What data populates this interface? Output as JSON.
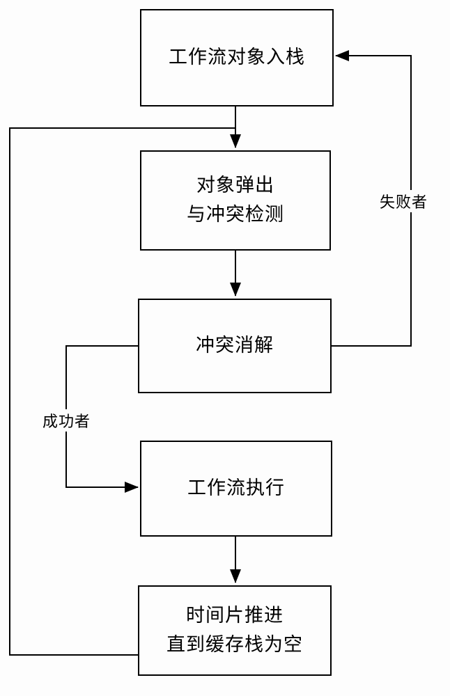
{
  "colors": {
    "line": "#000000",
    "background": "#fdfdfd",
    "text": "#000000"
  },
  "boxes": [
    {
      "lines": [
        "工作流对象入栈"
      ]
    },
    {
      "lines": [
        "对象弹出",
        "与冲突检测"
      ]
    },
    {
      "lines": [
        "冲突消解"
      ]
    },
    {
      "lines": [
        "工作流执行"
      ]
    },
    {
      "lines": [
        "时间片推进",
        "直到缓存栈为空"
      ]
    }
  ],
  "edge_labels": {
    "failure": "失败者",
    "success": "成功者"
  }
}
